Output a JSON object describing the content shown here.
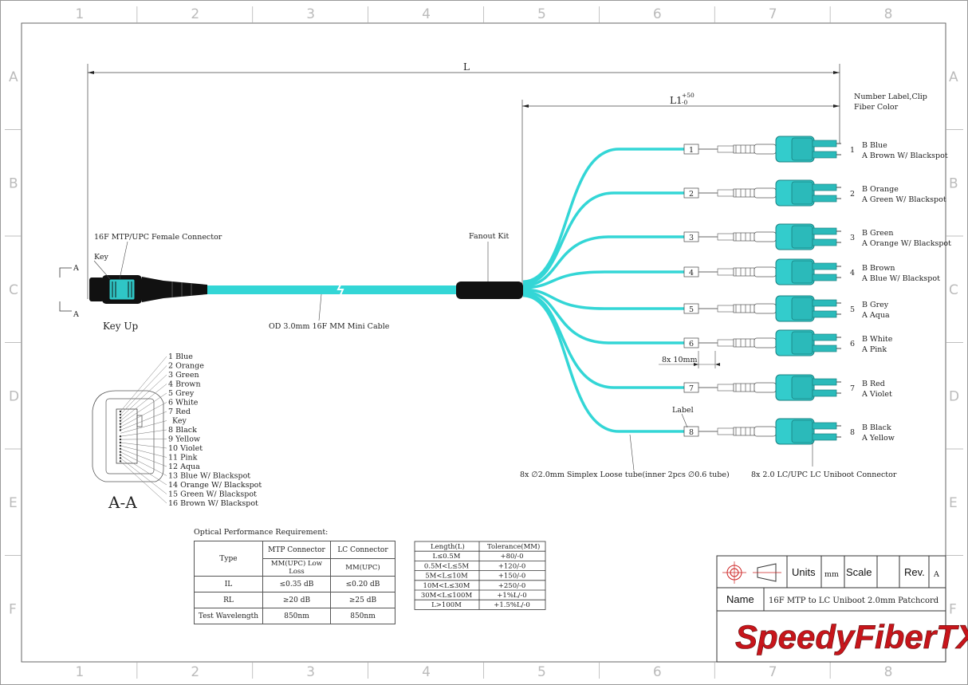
{
  "grid": {
    "columns": [
      "1",
      "2",
      "3",
      "4",
      "5",
      "6",
      "7",
      "8"
    ],
    "rows": [
      "A",
      "B",
      "C",
      "D",
      "E",
      "F"
    ]
  },
  "dimensions": {
    "L": "L",
    "L1": "L1",
    "L1_tol_upper": "+50",
    "L1_tol_lower": "-0",
    "tube_len": "8x 10mm"
  },
  "labels": {
    "number_label_line1": "Number Label,Clip",
    "number_label_line2": "Fiber Color",
    "mtp_connector": "16F MTP/UPC Female Connector",
    "key": "Key",
    "a_marker": "A",
    "key_up": "Key Up",
    "cable": "OD 3.0mm 16F MM Mini Cable",
    "fanout": "Fanout Kit",
    "label": "Label",
    "loose_tube": "8x ∅2.0mm Simplex Loose tube(inner 2pcs ∅0.6 tube)",
    "lc_connector": "8x 2.0 LC/UPC LC Uniboot Connector",
    "section": "A-A"
  },
  "legs": [
    {
      "num": "1",
      "b": "B Blue",
      "a": "A Brown W/ Blackspot"
    },
    {
      "num": "2",
      "b": "B Orange",
      "a": "A Green W/ Blackspot"
    },
    {
      "num": "3",
      "b": "B Green",
      "a": "A Orange W/ Blackspot"
    },
    {
      "num": "4",
      "b": "B Brown",
      "a": "A Blue W/ Blackspot"
    },
    {
      "num": "5",
      "b": "B Grey",
      "a": "A Aqua"
    },
    {
      "num": "6",
      "b": "B White",
      "a": "A Pink"
    },
    {
      "num": "7",
      "b": "B Red",
      "a": "A Violet"
    },
    {
      "num": "8",
      "b": "B Black",
      "a": "A Yellow"
    }
  ],
  "fiber_colors": [
    "1 Blue",
    "2 Orange",
    "3 Green",
    "4 Brown",
    "5 Grey",
    "6 White",
    "7 Red",
    "Key",
    "8 Black",
    "9 Yellow",
    "10 Violet",
    "11 Pink",
    "12 Aqua",
    "13 Blue W/ Blackspot",
    "14 Orange W/ Blackspot",
    "15 Green W/ Blackspot",
    "16 Brown W/ Blackspot"
  ],
  "performance": {
    "caption": "Optical Performance Requirement:",
    "type": "Type",
    "mtp": "MTP Connector",
    "lc": "LC Connector",
    "mtp_sub": "MM(UPC) Low Loss",
    "lc_sub": "MM(UPC)",
    "il": "IL",
    "il_mtp": "≤0.35 dB",
    "il_lc": "≤0.20 dB",
    "rl": "RL",
    "rl_mtp": "≥20 dB",
    "rl_lc": "≥25 dB",
    "wl": "Test Wavelength",
    "wl_mtp": "850nm",
    "wl_lc": "850nm"
  },
  "tolerance": {
    "header_length": "Length(L)",
    "header_tol": "Tolerance(MM)",
    "rows": [
      {
        "len": "L≤0.5M",
        "tol": "+80/-0"
      },
      {
        "len": "0.5M<L≤5M",
        "tol": "+120/-0"
      },
      {
        "len": "5M<L≤10M",
        "tol": "+150/-0"
      },
      {
        "len": "10M<L≤30M",
        "tol": "+250/-0"
      },
      {
        "len": "30M<L≤100M",
        "tol": "+1%L/-0"
      },
      {
        "len": "L>100M",
        "tol": "+1.5%L/-0"
      }
    ]
  },
  "title_block": {
    "units": "Units",
    "units_val": "mm",
    "scale": "Scale",
    "rev": "Rev.",
    "rev_val": "A",
    "name": "Name",
    "name_val": "16F MTP to LC Uniboot 2.0mm Patchcord",
    "logo": "SpeedyFiberTX"
  },
  "colors": {
    "aqua": "#33d6d6",
    "aqua_dark": "#1a9fa0",
    "logo_red": "#c8151b"
  }
}
